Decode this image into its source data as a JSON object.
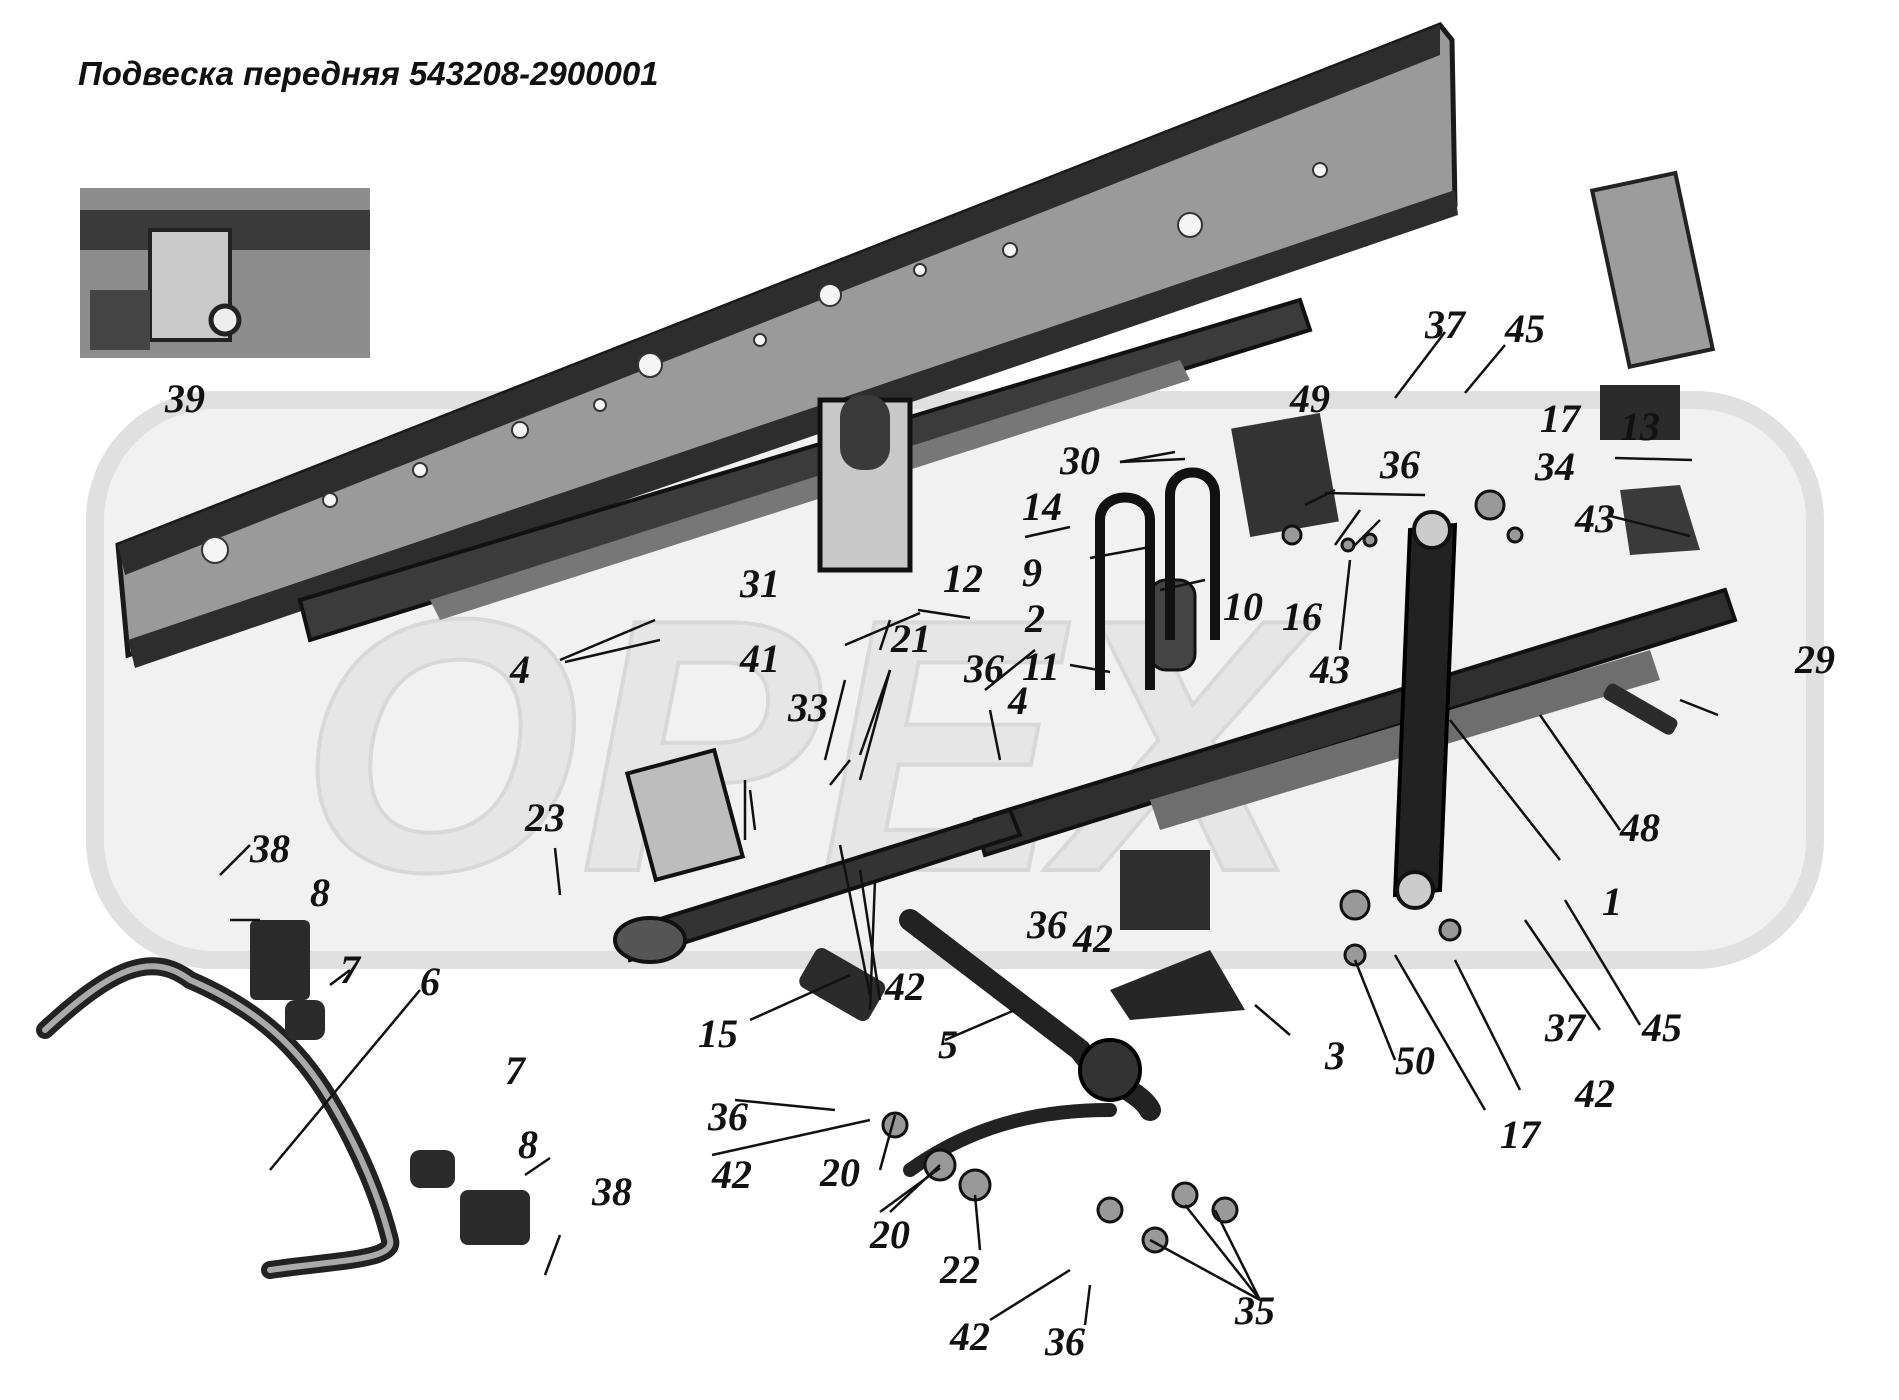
{
  "title": "Подвеска передняя 543208-2900001",
  "watermark": "OPEX",
  "colors": {
    "ink": "#111111",
    "part_dark": "#2a2a2a",
    "part_mid": "#6b6b6b",
    "part_light": "#b5b5b5",
    "watermark": "#e4e4e4"
  },
  "callouts": [
    "39",
    "37",
    "45",
    "49",
    "17",
    "13",
    "34",
    "30",
    "36",
    "43",
    "14",
    "9",
    "12",
    "31",
    "2",
    "10",
    "11",
    "16",
    "43",
    "29",
    "41",
    "21",
    "36",
    "4",
    "4",
    "33",
    "48",
    "23",
    "38",
    "8",
    "1",
    "36",
    "42",
    "7",
    "6",
    "42",
    "15",
    "5",
    "3",
    "50",
    "17",
    "42",
    "37",
    "45",
    "7",
    "36",
    "42",
    "20",
    "8",
    "20",
    "38",
    "22",
    "35",
    "42",
    "36"
  ]
}
